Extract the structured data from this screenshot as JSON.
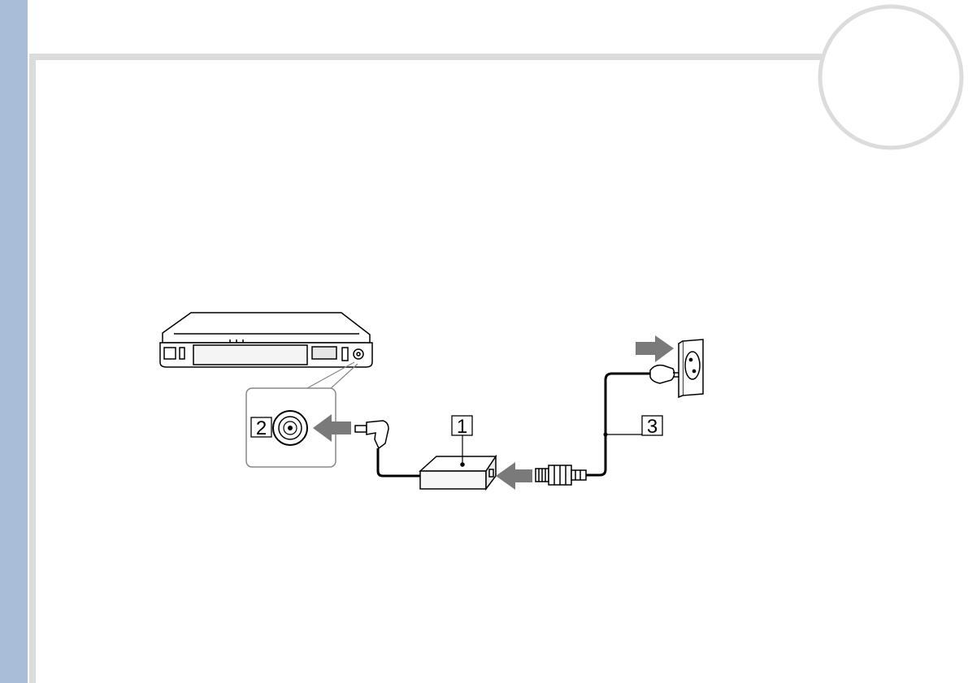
{
  "diagram": {
    "callouts": [
      {
        "number": "1",
        "part": "ac-adapter"
      },
      {
        "number": "2",
        "part": "dc-in-port"
      },
      {
        "number": "3",
        "part": "power-cord"
      }
    ]
  },
  "colors": {
    "sidebar": "#a9bcd8",
    "frame": "#dcdcdc",
    "arrow": "#7a7a7a",
    "line": "#000000"
  }
}
